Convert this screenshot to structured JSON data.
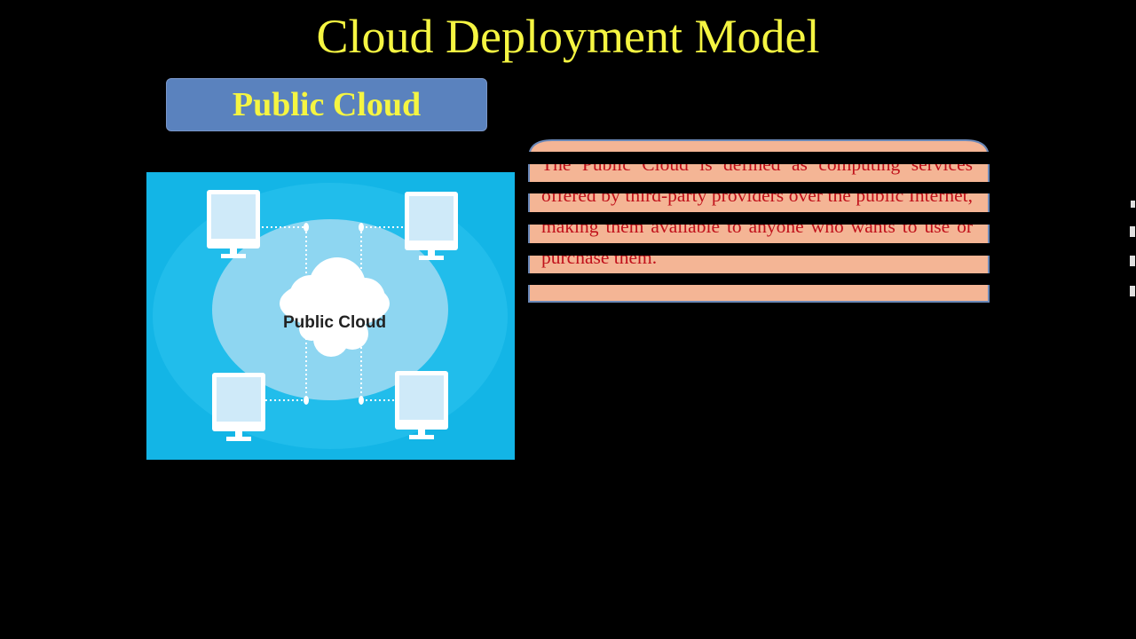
{
  "slide": {
    "title": "Cloud Deployment Model",
    "heading": "Public Cloud",
    "diagram_label": "Public Cloud",
    "description": "The Public Cloud is defined as computing services offered by third-party providers over the public Internet, making them available to anyone who wants to use or purchase them."
  },
  "colors": {
    "background": "#000000",
    "title": "#f5f542",
    "heading_box": "#5a82be",
    "callout_fill": "#f4b595",
    "callout_text": "#c0101a",
    "diagram_bg": "#13b5e6"
  },
  "icons": [
    "monitor-icon",
    "cloud-icon"
  ]
}
